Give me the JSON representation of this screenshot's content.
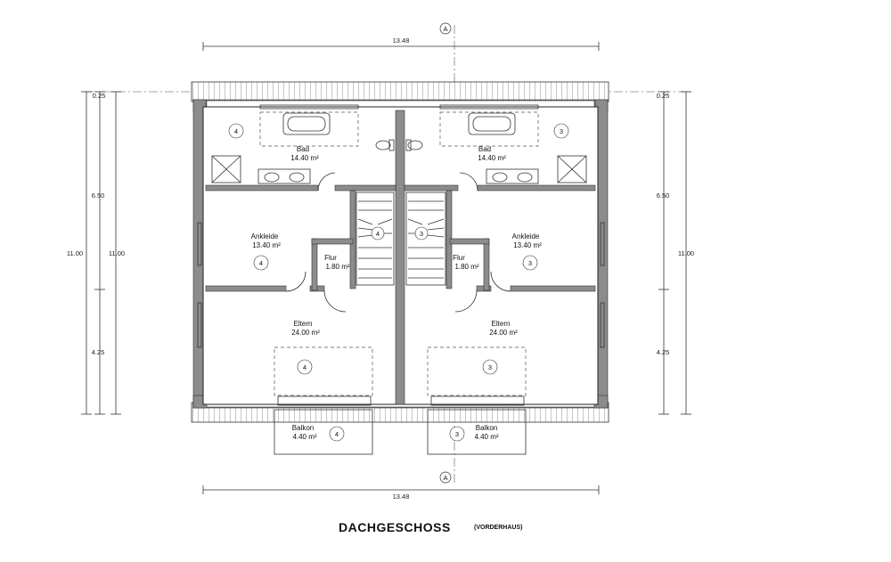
{
  "plan": {
    "title": "DACHGESCHOSS",
    "subtitle": "(VORDERHAUS)",
    "section_marker": "A",
    "dims": {
      "overall_width": "13.48",
      "roof_overhang": "0.25",
      "total_depth": "11.00",
      "front_depth": "6.50",
      "rear_depth": "4.25"
    },
    "left_unit": {
      "bad": {
        "name": "Bad",
        "area": "14.40 m²",
        "unit": "4"
      },
      "ankleide": {
        "name": "Ankleide",
        "area": "13.40 m²",
        "unit": "4"
      },
      "flur": {
        "name": "Flur",
        "area": "1.80 m²"
      },
      "stair_unit": "4",
      "eltern": {
        "name": "Eltern",
        "area": "24.00 m²",
        "unit": "4"
      },
      "balkon": {
        "name": "Balkon",
        "area": "4.40 m²",
        "unit": "4"
      }
    },
    "right_unit": {
      "bad": {
        "name": "Bad",
        "area": "14.40 m²",
        "unit": "3"
      },
      "ankleide": {
        "name": "Ankleide",
        "area": "13.40 m²",
        "unit": "3"
      },
      "flur": {
        "name": "Flur",
        "area": "1.80 m²"
      },
      "stair_unit": "3",
      "eltern": {
        "name": "Eltern",
        "area": "24.00 m²",
        "unit": "3"
      },
      "balkon": {
        "name": "Balkon",
        "area": "4.40 m²",
        "unit": "3"
      }
    }
  }
}
